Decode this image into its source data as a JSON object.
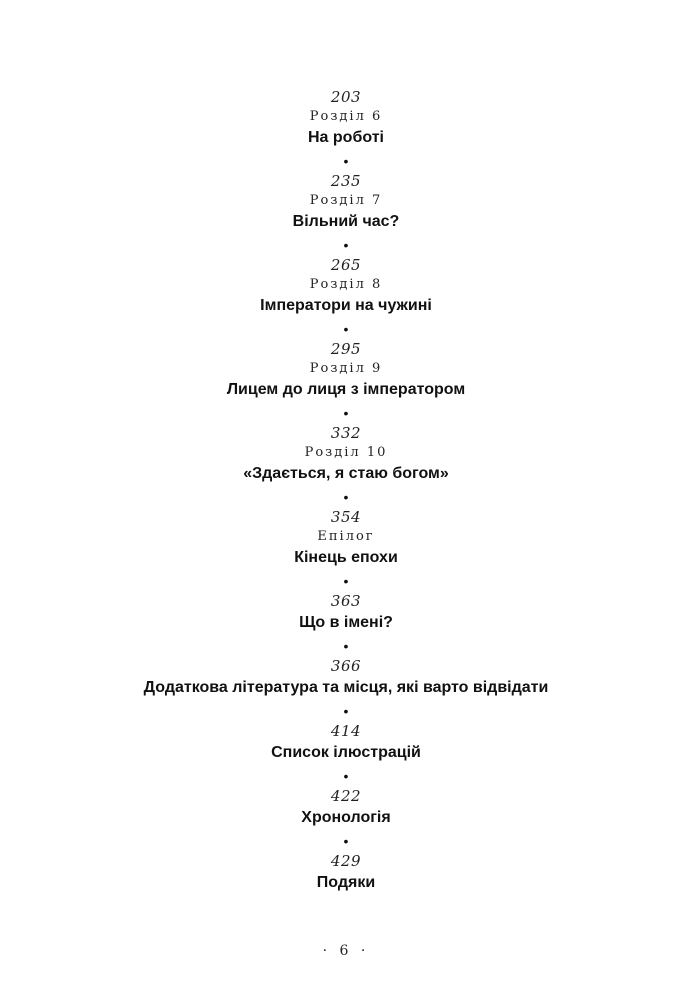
{
  "toc": {
    "entries": [
      {
        "page": "203",
        "label": "Розділ 6",
        "title": "На роботі"
      },
      {
        "page": "235",
        "label": "Розділ 7",
        "title": "Вільний час?"
      },
      {
        "page": "265",
        "label": "Розділ 8",
        "title": "Імператори на чужині"
      },
      {
        "page": "295",
        "label": "Розділ 9",
        "title": "Лицем до лиця з імператором"
      },
      {
        "page": "332",
        "label": "Розділ 10",
        "title": "«Здається, я стаю богом»"
      },
      {
        "page": "354",
        "label": "Епілог",
        "title": "Кінець епохи"
      },
      {
        "page": "363",
        "label": "",
        "title": "Що в імені?"
      },
      {
        "page": "366",
        "label": "",
        "title": "Додаткова література та місця, які варто відвідати"
      },
      {
        "page": "414",
        "label": "",
        "title": "Список ілюстрацій"
      },
      {
        "page": "422",
        "label": "",
        "title": "Хронологія"
      },
      {
        "page": "429",
        "label": "",
        "title": "Подяки"
      }
    ],
    "separator": "•"
  },
  "footer": {
    "page_number": "· 6 ·"
  }
}
